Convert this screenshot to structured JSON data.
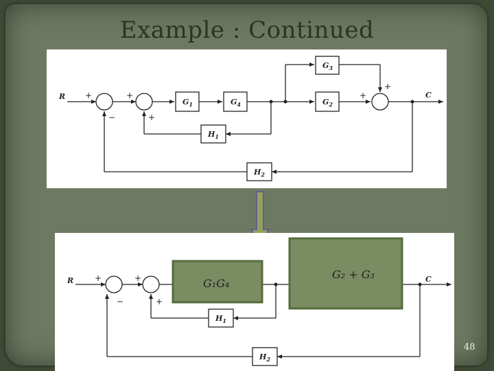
{
  "slide": {
    "title": "Example : Continued",
    "page_number": "48"
  },
  "diagram_top": {
    "input_label": "R",
    "output_label": "C",
    "blocks": {
      "g1": "G",
      "g4": "G",
      "g3": "G",
      "g2": "G",
      "h1": "H",
      "h2": "H"
    },
    "subs": {
      "g1": "1",
      "g4": "4",
      "g3": "3",
      "g2": "2",
      "h1": "1",
      "h2": "2"
    },
    "signs": {
      "s1_in": "+",
      "s1_fb": "−",
      "s2_in": "+",
      "s2_fb": "+",
      "s3_a": "+",
      "s3_b": "+"
    }
  },
  "diagram_bottom": {
    "input_label": "R",
    "output_label": "C",
    "block_g1g4": "G₁G₄",
    "block_g2g3": "G₂ + G₃",
    "blocks": {
      "h1": "H",
      "h2": "H"
    },
    "subs": {
      "h1": "1",
      "h2": "2"
    },
    "signs": {
      "s1_in": "+",
      "s1_fb": "−",
      "s2_in": "+",
      "s2_fb": "+"
    }
  },
  "colors": {
    "slide_bg": "#6d7a61",
    "block_fill": "#7b8c63",
    "arrow_fill": "#8fa35e",
    "arrow_outline": "#6a5a8e"
  }
}
